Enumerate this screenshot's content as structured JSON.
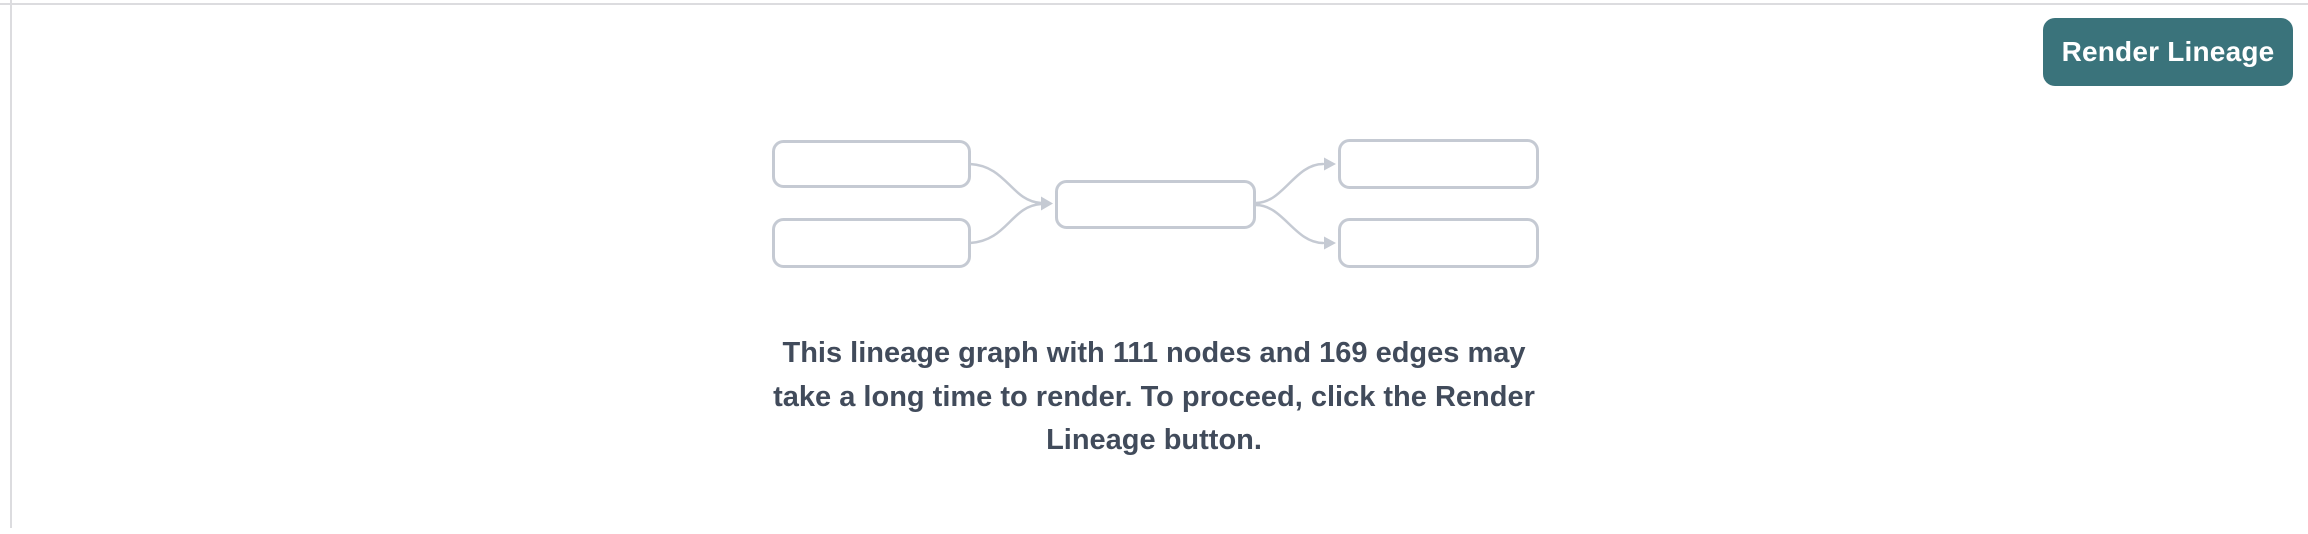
{
  "toolbar": {
    "render_button_label": "Render Lineage"
  },
  "empty_state": {
    "message": "This lineage graph with 111 nodes and 169 edges may take a long time to render. To proceed, click the Render Lineage button.",
    "node_count": "111",
    "edge_count": "169",
    "illustration": "lineage-graph-placeholder: 2 source nodes -> 1 center node -> 2 target nodes"
  },
  "colors": {
    "accent": "#3a737b",
    "button_text": "#ffffff",
    "message_text": "#414b5b",
    "divider": "#dcdcdf",
    "illustration_stroke": "#c5cad3"
  }
}
